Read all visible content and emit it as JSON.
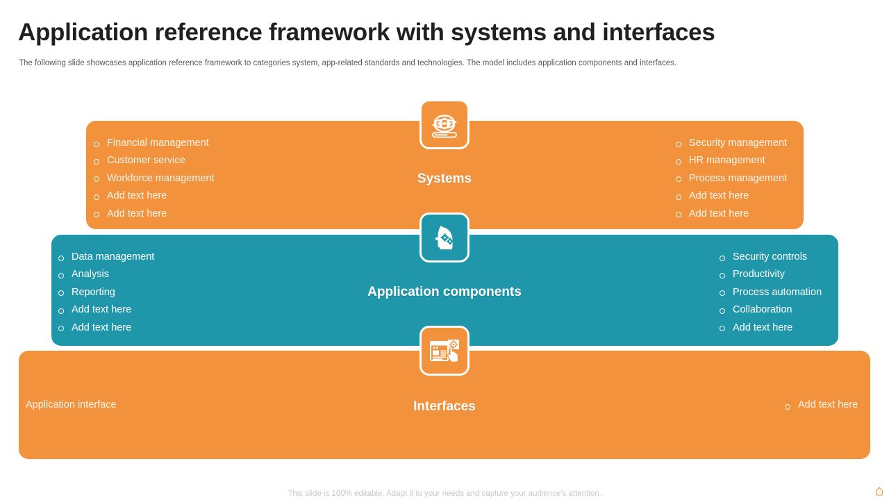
{
  "header": {
    "title": "Application reference framework with systems and interfaces",
    "subtitle": "The following slide showcases application reference framework to categories system, app-related standards and technologies. The model includes application components and interfaces."
  },
  "colors": {
    "orange": "#f2923c",
    "teal": "#2096ab",
    "title_text": "#221f1f",
    "subtitle_text": "#595959",
    "footer_text": "#c9c9c9"
  },
  "sections": [
    {
      "id": "systems",
      "title": "Systems",
      "color": "#f2923c",
      "icon": "gears-sync-icon",
      "left_items": [
        "Financial management",
        "Customer service",
        "Workforce management",
        "Add text here",
        "Add text here"
      ],
      "right_items": [
        "Security management",
        "HR management",
        "Process management",
        "Add text here",
        "Add text here"
      ]
    },
    {
      "id": "application-components",
      "title": "Application components",
      "color": "#2096ab",
      "icon": "head-gears-icon",
      "left_items": [
        "Data management",
        "Analysis",
        "Reporting",
        "Add text here",
        "Add text here"
      ],
      "right_items": [
        "Security controls",
        "Productivity",
        "Process automation",
        "Collaboration",
        "Add text here"
      ]
    },
    {
      "id": "interfaces",
      "title": "Interfaces",
      "color": "#f2923c",
      "icon": "touch-screen-icon",
      "left_label": "Application interface",
      "right_item": "Add text here"
    }
  ],
  "footer": {
    "note": "This slide is 100% editable. Adapt it to your needs and capture your audience's attention."
  }
}
